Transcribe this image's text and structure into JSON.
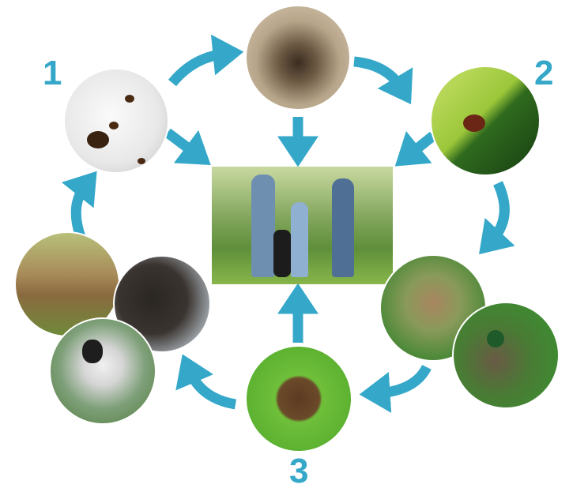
{
  "title_numbers": {
    "one": "1",
    "two": "2",
    "three": "3"
  },
  "colors": {
    "arrow": "#35a8c9",
    "number": "#35a8c9"
  },
  "nodes": [
    "tick-eggs-in-petri-dish",
    "mouse-in-burrow",
    "tick-on-leaf",
    "family-walking-in-park",
    "hare",
    "mallard-duck",
    "adult-tick",
    "deer",
    "wild-boar",
    "pointer-dog"
  ]
}
